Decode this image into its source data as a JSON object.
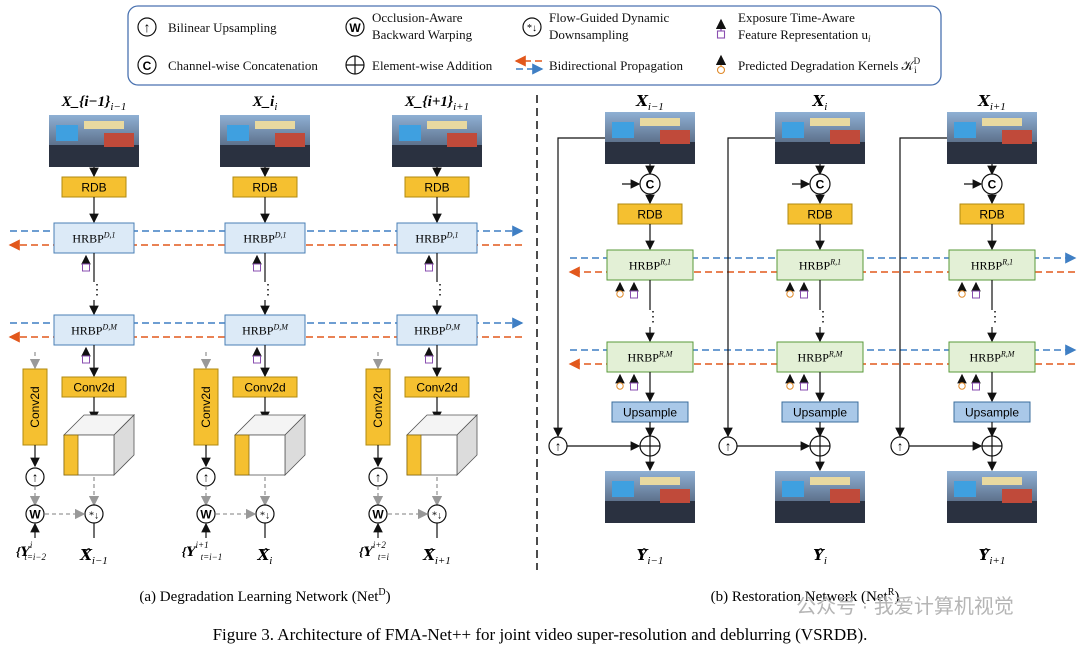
{
  "legend": {
    "items": [
      {
        "symbol": "↑",
        "text": "Bilinear Upsampling"
      },
      {
        "symbol": "W",
        "text_line1": "Occlusion-Aware",
        "text_line2": "Backward Warping"
      },
      {
        "symbol": "*↓",
        "text_line1": "Flow-Guided Dynamic",
        "text_line2": "Downsampling"
      },
      {
        "text_line1": "Exposure Time-Aware",
        "text_line2": "Feature Representation u",
        "sub": "i"
      },
      {
        "symbol": "C",
        "text": "Channel-wise Concatenation"
      },
      {
        "symbol": "+",
        "text": "Element-wise Addition"
      },
      {
        "text": "Bidirectional Propagation"
      },
      {
        "text": "Predicted Degradation Kernels 𝒦",
        "sup": "D",
        "sub": "i"
      }
    ]
  },
  "left": {
    "frames": [
      "X_{i−1}",
      "X_i",
      "X_{i+1}"
    ],
    "frame_labels": [
      "𝑿",
      "𝑿",
      "𝑿"
    ],
    "frame_subs": [
      "i−1",
      "i",
      "i+1"
    ],
    "rdb": "RDB",
    "hrbp1": "HRBP",
    "hrbp1_sup": "D,1",
    "hrbpM": "HRBP",
    "hrbpM_sup": "D,M",
    "conv": "Conv2d",
    "conv_side": "Conv2d",
    "outputs": [
      "𝑿̂",
      "𝑿̂",
      "𝑿̂"
    ],
    "output_subs": [
      "i−1",
      "i",
      "i+1"
    ],
    "y_inputs": [
      "{𝒀",
      "{𝒀",
      "{𝒀"
    ],
    "y_ranges_top": [
      "i",
      "i+1",
      "i+2"
    ],
    "y_ranges_bot": [
      "t=i−2",
      "t=i−1",
      "t=i"
    ],
    "caption": "(a) Degradation Learning Network (Net",
    "caption_sup": "D",
    "caption_end": ")"
  },
  "right": {
    "frames": [
      "𝑿",
      "𝑿",
      "𝑿"
    ],
    "frame_subs": [
      "i−1",
      "i",
      "i+1"
    ],
    "rdb": "RDB",
    "hrbp1": "HRBP",
    "hrbp1_sup": "R,1",
    "hrbpM": "HRBP",
    "hrbpM_sup": "R,M",
    "upsample": "Upsample",
    "outputs": [
      "𝒀̂",
      "𝒀̂",
      "𝒀̂"
    ],
    "output_subs": [
      "i−1",
      "i",
      "i+1"
    ],
    "caption": "(b) Restoration Network (Net",
    "caption_sup": "R",
    "caption_end": ")"
  },
  "figure_caption": "Figure 3. Architecture of FMA-Net++ for joint video super-resolution and deblurring (VSRDB).",
  "watermark": "公众号 · 我爱计算机视觉",
  "colors": {
    "forward": "#3f7fc4",
    "backward": "#e2581c",
    "rdb_fill": "#f5c030",
    "hrbp_d_fill": "#dceaf7",
    "hrbp_r_fill": "#e3f0d6",
    "upsample_fill": "#a9c8e8",
    "exposure_icon": "#8a4fb0",
    "kernel_icon": "#e08a2a"
  }
}
